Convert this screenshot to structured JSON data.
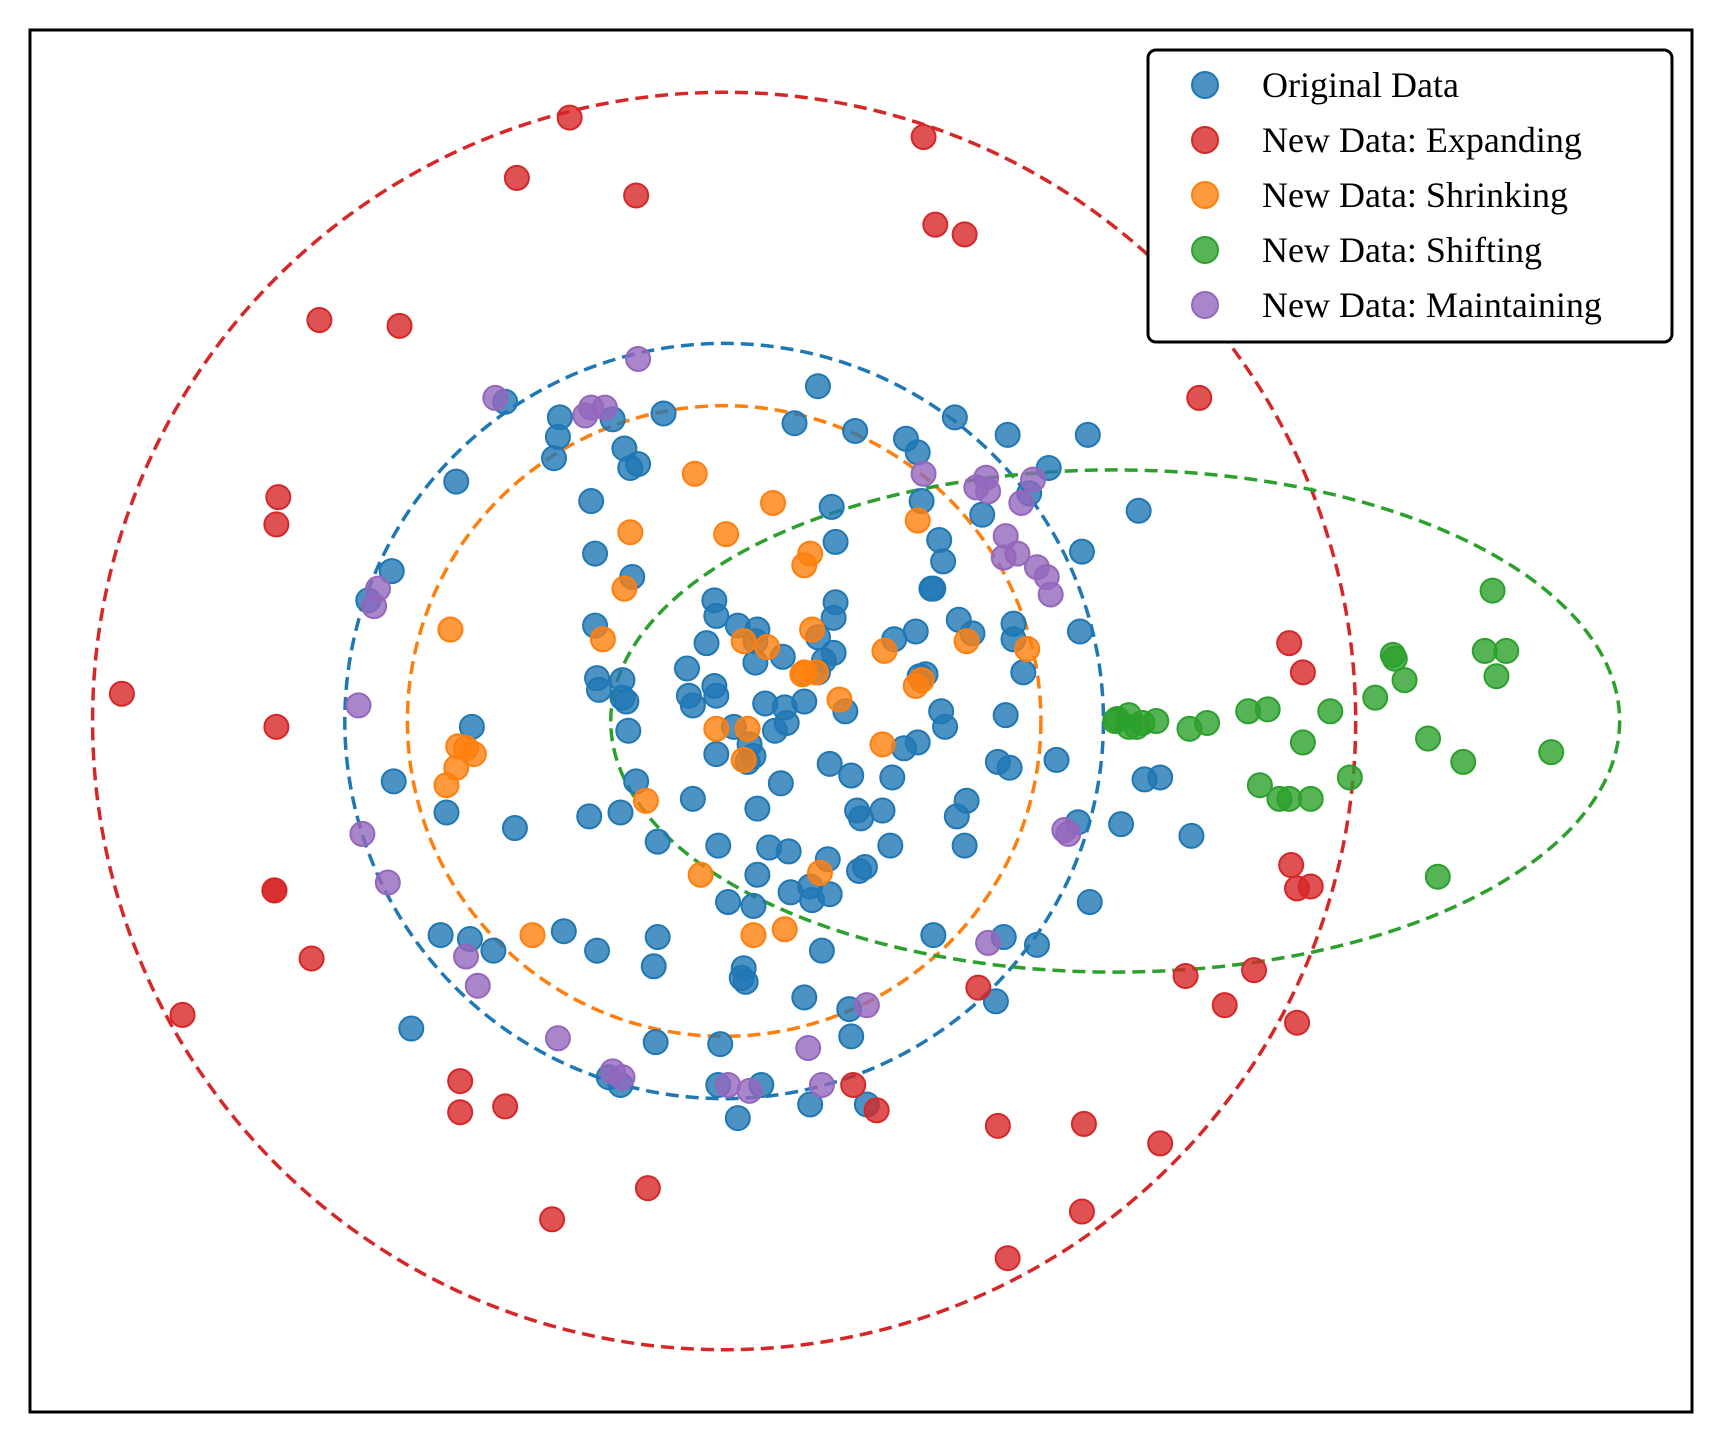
{
  "chart_data": {
    "type": "scatter",
    "title": "",
    "xlabel": "",
    "ylabel": "",
    "xlim": [
      -3.55,
      4.95
    ],
    "ylim": [
      -3.55,
      3.55
    ],
    "axis_ticks": "none",
    "grid": false,
    "legend_placement": "top-right",
    "series": [
      {
        "name": "Original Data",
        "color": "#1f77b4",
        "points": [
          [
            -1.12,
            1.64
          ],
          [
            -0.84,
            1.56
          ],
          [
            -0.57,
            1.55
          ],
          [
            -0.51,
            1.4
          ],
          [
            -0.48,
            1.3
          ],
          [
            -0.31,
            1.58
          ],
          [
            0.36,
            1.53
          ],
          [
            0.67,
            1.49
          ],
          [
            0.93,
            1.45
          ],
          [
            0.99,
            1.38
          ],
          [
            1.18,
            1.56
          ],
          [
            1.45,
            1.47
          ],
          [
            1.66,
            1.3
          ],
          [
            1.32,
            1.06
          ],
          [
            1.12,
            0.82
          ],
          [
            1.07,
            0.68
          ],
          [
            1.06,
            0.68
          ],
          [
            0.98,
            0.46
          ],
          [
            0.57,
            0.92
          ],
          [
            0.55,
            1.1
          ],
          [
            1.1,
            0.93
          ],
          [
            -1.37,
            1.23
          ],
          [
            -1.7,
            0.77
          ],
          [
            -0.66,
            0.86
          ],
          [
            -0.47,
            0.74
          ],
          [
            -0.66,
            0.49
          ],
          [
            -0.05,
            0.62
          ],
          [
            0.07,
            0.49
          ],
          [
            -0.09,
            0.4
          ],
          [
            -0.16,
            0.08
          ],
          [
            -0.19,
            0.27
          ],
          [
            -0.52,
            0.21
          ],
          [
            0.21,
            0.09
          ],
          [
            0.31,
            0.07
          ],
          [
            0.41,
            0.1
          ],
          [
            0.32,
            -0.01
          ],
          [
            0.26,
            -0.05
          ],
          [
            0.12,
            -0.21
          ],
          [
            -0.04,
            -0.17
          ],
          [
            0.05,
            -0.03
          ],
          [
            0.13,
            -0.12
          ],
          [
            0.29,
            -0.32
          ],
          [
            0.54,
            -0.22
          ],
          [
            0.86,
            -0.29
          ],
          [
            1.0,
            0.23
          ],
          [
            1.03,
            0.24
          ],
          [
            0.99,
            -0.11
          ],
          [
            1.13,
            -0.03
          ],
          [
            1.44,
            0.03
          ],
          [
            1.7,
            -0.2
          ],
          [
            0.15,
            -0.18
          ],
          [
            0.51,
            0.31
          ],
          [
            0.17,
            0.47
          ],
          [
            0.3,
            0.33
          ],
          [
            0.48,
            0.43
          ],
          [
            0.56,
            0.35
          ],
          [
            0.87,
            0.42
          ],
          [
            1.2,
            0.52
          ],
          [
            1.27,
            0.45
          ],
          [
            1.48,
            0.5
          ],
          [
            1.48,
            0.42
          ],
          [
            1.53,
            0.25
          ],
          [
            1.82,
            0.46
          ],
          [
            -0.68,
            1.13
          ],
          [
            -1.82,
            0.62
          ],
          [
            -0.65,
            0.22
          ],
          [
            -0.18,
            0.13
          ],
          [
            -0.52,
            0.12
          ],
          [
            -0.5,
            0.1
          ],
          [
            -0.49,
            -0.05
          ],
          [
            -0.64,
            0.16
          ],
          [
            -1.29,
            -0.03
          ],
          [
            -1.69,
            -0.31
          ],
          [
            -1.42,
            -0.47
          ],
          [
            -1.07,
            -0.55
          ],
          [
            -0.69,
            -0.49
          ],
          [
            -0.45,
            -0.31
          ],
          [
            -0.53,
            -0.47
          ],
          [
            -0.34,
            -0.62
          ],
          [
            -0.03,
            -0.64
          ],
          [
            0.33,
            -0.67
          ],
          [
            0.53,
            -0.71
          ],
          [
            0.69,
            -0.77
          ],
          [
            0.81,
            -0.46
          ],
          [
            0.85,
            -0.64
          ],
          [
            1.19,
            -0.49
          ],
          [
            1.24,
            -0.41
          ],
          [
            1.46,
            -0.24
          ],
          [
            1.4,
            -0.21
          ],
          [
            1.81,
            -0.52
          ],
          [
            0.15,
            -0.95
          ],
          [
            0.23,
            -0.65
          ],
          [
            0.34,
            -0.88
          ],
          [
            0.45,
            -0.92
          ],
          [
            0.17,
            -0.79
          ],
          [
            0.5,
            -1.18
          ],
          [
            0.17,
            -0.45
          ],
          [
            0.7,
            -0.5
          ],
          [
            1.23,
            -0.64
          ],
          [
            -1.18,
            -1.18
          ],
          [
            -1.45,
            -1.1
          ],
          [
            -0.82,
            -1.08
          ],
          [
            -0.34,
            -1.11
          ],
          [
            0.1,
            -1.27
          ],
          [
            0.02,
            -0.93
          ],
          [
            0.44,
            -0.85
          ],
          [
            0.54,
            -0.89
          ],
          [
            0.72,
            -0.75
          ],
          [
            2.23,
            -0.29
          ],
          [
            2.15,
            -0.3
          ],
          [
            2.39,
            -0.59
          ],
          [
            1.86,
            1.47
          ],
          [
            2.12,
            1.08
          ],
          [
            -0.53,
            -1.87
          ],
          [
            -0.35,
            -1.65
          ],
          [
            0.19,
            -1.87
          ],
          [
            0.68,
            -0.46
          ],
          [
            1.07,
            -1.1
          ],
          [
            1.6,
            -1.15
          ],
          [
            -0.59,
            -1.83
          ],
          [
            -0.03,
            -1.87
          ],
          [
            0.07,
            -2.04
          ],
          [
            0.65,
            -1.62
          ],
          [
            0.44,
            -1.97
          ],
          [
            0.73,
            -1.97
          ],
          [
            -1.3,
            -1.12
          ],
          [
            -1.6,
            -1.58
          ],
          [
            0.41,
            -1.42
          ],
          [
            0.09,
            -1.32
          ],
          [
            -0.65,
            -1.18
          ],
          [
            1.83,
            0.87
          ],
          [
            -0.87,
            1.35
          ],
          [
            0.16,
            0.3
          ],
          [
            0.65,
            -0.28
          ],
          [
            0.57,
            0.61
          ],
          [
            0.62,
            0.05
          ],
          [
            -0.04,
            0.54
          ],
          [
            0.16,
            0.41
          ],
          [
            -0.04,
            0.13
          ],
          [
            1.11,
            0.05
          ],
          [
            -0.16,
            -0.4
          ],
          [
            0.11,
            -1.34
          ],
          [
            1.87,
            -0.93
          ],
          [
            2.03,
            -0.53
          ],
          [
            1.43,
            -1.11
          ],
          [
            1.39,
            -1.44
          ],
          [
            0.64,
            -1.48
          ],
          [
            1.01,
            1.13
          ],
          [
            0.48,
            1.72
          ],
          [
            0.56,
            0.53
          ],
          [
            0.48,
            0.25
          ],
          [
            -0.36,
            -1.26
          ],
          [
            -0.02,
            -1.66
          ],
          [
            1.56,
            1.17
          ],
          [
            -0.44,
            1.32
          ],
          [
            -0.85,
            1.46
          ],
          [
            -0.05,
            0.18
          ],
          [
            0.92,
            -0.14
          ]
        ]
      },
      {
        "name": "New Data: Expanding",
        "color": "#d62728",
        "points": [
          [
            -0.79,
            3.1
          ],
          [
            -1.06,
            2.79
          ],
          [
            -0.45,
            2.7
          ],
          [
            1.02,
            3.0
          ],
          [
            1.08,
            2.55
          ],
          [
            1.23,
            2.5
          ],
          [
            -2.07,
            2.06
          ],
          [
            -1.66,
            2.03
          ],
          [
            2.43,
            1.66
          ],
          [
            -2.28,
            1.15
          ],
          [
            -3.08,
            0.14
          ],
          [
            -2.29,
            -0.03
          ],
          [
            2.89,
            0.4
          ],
          [
            2.96,
            0.25
          ],
          [
            2.9,
            -0.74
          ],
          [
            3.0,
            -0.85
          ],
          [
            2.93,
            -0.86
          ],
          [
            2.71,
            -1.28
          ],
          [
            2.36,
            -1.31
          ],
          [
            2.93,
            -1.55
          ],
          [
            -2.3,
            -0.87
          ],
          [
            -2.11,
            -1.22
          ],
          [
            -2.77,
            -1.51
          ],
          [
            -1.35,
            -1.85
          ],
          [
            0.66,
            -1.87
          ],
          [
            -2.3,
            -0.87
          ],
          [
            -1.35,
            -2.01
          ],
          [
            -0.39,
            -2.4
          ],
          [
            -0.88,
            -2.56
          ],
          [
            1.83,
            -2.52
          ],
          [
            1.45,
            -2.76
          ],
          [
            -2.29,
            1.01
          ],
          [
            -1.12,
            -1.98
          ],
          [
            2.56,
            -1.46
          ],
          [
            1.84,
            -2.07
          ],
          [
            1.4,
            -2.08
          ],
          [
            2.23,
            -2.17
          ],
          [
            0.78,
            -2.0
          ],
          [
            1.3,
            -1.37
          ]
        ]
      },
      {
        "name": "New Data: Shrinking",
        "color": "#ff7f0e",
        "points": [
          [
            -0.15,
            1.27
          ],
          [
            0.25,
            1.12
          ],
          [
            -0.48,
            0.97
          ],
          [
            0.01,
            0.96
          ],
          [
            0.41,
            0.8
          ],
          [
            0.99,
            1.03
          ],
          [
            -0.51,
            0.68
          ],
          [
            -1.4,
            0.47
          ],
          [
            -0.62,
            0.42
          ],
          [
            1.24,
            0.41
          ],
          [
            1.55,
            0.37
          ],
          [
            0.22,
            0.38
          ],
          [
            0.4,
            0.24
          ],
          [
            0.47,
            0.25
          ],
          [
            0.59,
            0.11
          ],
          [
            0.98,
            0.18
          ],
          [
            -1.36,
            -0.13
          ],
          [
            -1.28,
            -0.17
          ],
          [
            -1.37,
            -0.24
          ],
          [
            -1.42,
            -0.33
          ],
          [
            -0.04,
            -0.04
          ],
          [
            0.12,
            -0.04
          ],
          [
            0.1,
            -0.2
          ],
          [
            0.81,
            -0.12
          ],
          [
            -0.4,
            -0.41
          ],
          [
            -0.12,
            -0.79
          ],
          [
            0.49,
            -0.78
          ],
          [
            -0.98,
            -1.1
          ],
          [
            0.15,
            -1.1
          ],
          [
            0.31,
            -1.07
          ],
          [
            0.45,
            0.47
          ],
          [
            0.41,
            0.25
          ],
          [
            0.82,
            0.36
          ],
          [
            1.01,
            0.21
          ],
          [
            0.44,
            0.86
          ],
          [
            -1.32,
            -0.14
          ],
          [
            0.1,
            0.41
          ]
        ]
      },
      {
        "name": "New Data: Shifting",
        "color": "#2ca02c",
        "points": [
          [
            2.0,
            0.0
          ],
          [
            2.07,
            0.03
          ],
          [
            2.14,
            -0.01
          ],
          [
            2.11,
            -0.03
          ],
          [
            2.01,
            0.01
          ],
          [
            2.07,
            -0.03
          ],
          [
            2.21,
            0.0
          ],
          [
            2.38,
            -0.04
          ],
          [
            2.47,
            -0.01
          ],
          [
            2.68,
            0.05
          ],
          [
            2.78,
            0.06
          ],
          [
            2.96,
            -0.11
          ],
          [
            2.74,
            -0.33
          ],
          [
            2.84,
            -0.4
          ],
          [
            3.1,
            0.05
          ],
          [
            3.2,
            -0.29
          ],
          [
            3.33,
            0.12
          ],
          [
            3.42,
            0.34
          ],
          [
            3.48,
            0.21
          ],
          [
            3.43,
            0.32
          ],
          [
            3.6,
            -0.09
          ],
          [
            3.78,
            -0.21
          ],
          [
            3.93,
            0.67
          ],
          [
            3.89,
            0.36
          ],
          [
            4.0,
            0.36
          ],
          [
            3.95,
            0.23
          ],
          [
            4.23,
            -0.16
          ],
          [
            3.65,
            -0.8
          ],
          [
            2.89,
            -0.4
          ],
          [
            3.0,
            -0.4
          ]
        ]
      },
      {
        "name": "New Data: Maintaining",
        "color": "#9467bd",
        "points": [
          [
            -0.44,
            1.86
          ],
          [
            -0.68,
            1.61
          ],
          [
            -1.17,
            1.66
          ],
          [
            -0.71,
            1.57
          ],
          [
            -0.61,
            1.61
          ],
          [
            1.02,
            1.27
          ],
          [
            1.29,
            1.2
          ],
          [
            1.35,
            1.18
          ],
          [
            1.52,
            1.12
          ],
          [
            1.44,
            0.95
          ],
          [
            1.5,
            0.86
          ],
          [
            1.43,
            0.84
          ],
          [
            1.6,
            0.79
          ],
          [
            1.65,
            0.74
          ],
          [
            1.67,
            0.65
          ],
          [
            -1.77,
            0.68
          ],
          [
            -1.79,
            0.59
          ],
          [
            -1.87,
            0.08
          ],
          [
            -1.85,
            -0.58
          ],
          [
            -1.72,
            -0.83
          ],
          [
            -1.32,
            -1.21
          ],
          [
            -1.26,
            -1.36
          ],
          [
            -0.85,
            -1.63
          ],
          [
            -0.57,
            -1.8
          ],
          [
            -0.52,
            -1.83
          ],
          [
            0.02,
            -1.87
          ],
          [
            0.13,
            -1.9
          ],
          [
            0.43,
            -1.68
          ],
          [
            0.5,
            -1.87
          ],
          [
            0.73,
            -1.46
          ],
          [
            1.35,
            -1.14
          ],
          [
            1.74,
            -0.56
          ],
          [
            1.76,
            -0.58
          ],
          [
            1.58,
            1.24
          ],
          [
            1.34,
            1.25
          ]
        ]
      }
    ],
    "boundaries": [
      {
        "series": "Original Data",
        "shape": "circle",
        "center": [
          0.0,
          0.0
        ],
        "radius": 1.94,
        "color": "#1f77b4",
        "style": "dashed"
      },
      {
        "series": "New Data: Expanding",
        "shape": "circle",
        "center": [
          0.0,
          0.0
        ],
        "radius": 3.23,
        "color": "#d62728",
        "style": "dashed"
      },
      {
        "series": "New Data: Shrinking",
        "shape": "circle",
        "center": [
          0.0,
          0.0
        ],
        "radius": 1.62,
        "color": "#ff7f0e",
        "style": "dashed"
      },
      {
        "series": "New Data: Shifting",
        "shape": "ellipse",
        "center": [
          2.0,
          0.0
        ],
        "rx": 2.58,
        "ry": 1.29,
        "color": "#2ca02c",
        "style": "dashed"
      }
    ]
  }
}
